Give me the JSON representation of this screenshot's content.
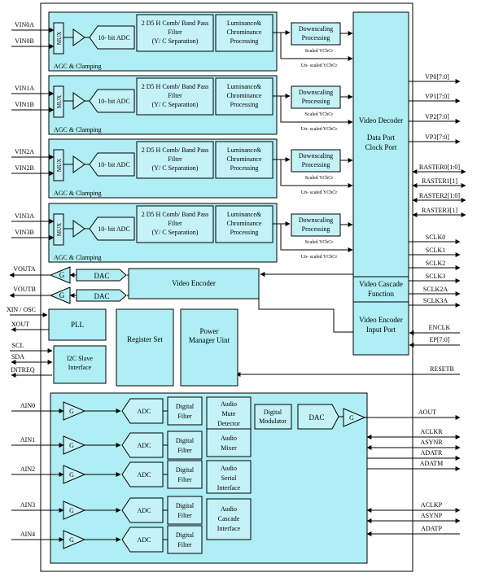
{
  "video_paths": [
    {
      "in_a": "VIN0A",
      "in_b": "VIN0B",
      "mux": "MUX",
      "adc": "10- bit ADC",
      "filter": [
        "2 D5 H Comb/ Band Pass",
        "Filter",
        "(Y/ C Separation)"
      ],
      "lum": [
        "Luminance&",
        "Chrominance",
        "Processing"
      ],
      "down": [
        "Downscaling",
        "Processing"
      ],
      "scaled": "Scaled YCbCr",
      "unscaled": "Un- scaled YCbCr",
      "agc": "AGC & Clamping"
    },
    {
      "in_a": "VIN1A",
      "in_b": "VIN1B",
      "mux": "MUX",
      "adc": "10- bit ADC",
      "filter": [
        "2 D5 H Comb/ Band Pass",
        "Filter",
        "(Y/ C Separation)"
      ],
      "lum": [
        "Luminance&",
        "Chrominance",
        "Processing"
      ],
      "down": [
        "Downscaling",
        "Processing"
      ],
      "scaled": "Scaled YCbCr",
      "unscaled": "Un- scaled YCbCr",
      "agc": "AGC & Clamping"
    },
    {
      "in_a": "VIN2A",
      "in_b": "VIN2B",
      "mux": "MUX",
      "adc": "10- bit ADC",
      "filter": [
        "2 D5 H Comb/ Band Pass",
        "Filter",
        "(Y/ C Separation)"
      ],
      "lum": [
        "Luminance&",
        "Chrominance",
        "Processing"
      ],
      "down": [
        "Downscaling",
        "Processing"
      ],
      "scaled": "Scaled YCbCr",
      "unscaled": "Un- scaled YCbCr",
      "agc": "AGC & Clamping"
    },
    {
      "in_a": "VIN3A",
      "in_b": "VIN3B",
      "mux": "MUX",
      "adc": "10- bit ADC",
      "filter": [
        "2 D5 H Comb/ Band Pass",
        "Filter",
        "(Y/ C Separation)"
      ],
      "lum": [
        "Luminance&",
        "Chrominance",
        "Processing"
      ],
      "down": [
        "Downscaling",
        "Processing"
      ],
      "scaled": "Scaled YCbCr",
      "unscaled": "Un- scaled YCbCr",
      "agc": "AGC & Clamping"
    }
  ],
  "video_decoder": [
    "Video Decoder",
    "Data Port",
    "Clock Port"
  ],
  "video_cascade": [
    "Video Cascade",
    "Function"
  ],
  "video_encoder_input": [
    "Video Encoder",
    "Input Port"
  ],
  "video_encoder": "Video Encoder",
  "dac": "DAC",
  "gain": "G",
  "pll": "PLL",
  "register_set": "Register  Set",
  "power_manager": [
    "Power",
    "Manager Uint"
  ],
  "i2c": [
    "I2C Slave",
    "Interface"
  ],
  "left_signals": {
    "vouta": "VOUTA",
    "voutb": "VOUTB",
    "xin": "XIN / OSC",
    "xout": "XOUT",
    "scl": "SCL",
    "sda": "SDA",
    "intreq": "INTREQ"
  },
  "right_video_signals": [
    "VP0[7:0]",
    "VP1[7:0]",
    "VP2[7:0]",
    "VP3[7:0]"
  ],
  "raster_signals": [
    "RASTER0[1:0]",
    "RASTER1[1]",
    "RASTER2[1:0]",
    "RASTER3[1]"
  ],
  "sclk_signals": [
    "SCLK0",
    "SCLK1",
    "SCLK2",
    "SCLK3",
    "SCLK2A",
    "SCLK3A"
  ],
  "enclk": "ENCLK",
  "ep": "EP[7:0]",
  "resetb": "RESETB",
  "audio_inputs": [
    "AIN0",
    "AIN1",
    "AIN2",
    "AIN3",
    "AIN4"
  ],
  "adc": "ADC",
  "digital_filter": [
    "Digital",
    "Filter"
  ],
  "audio_mute": [
    "Audio",
    "Mute",
    "Detector"
  ],
  "audio_mixer": [
    "Audio",
    "Mixer"
  ],
  "audio_serial": [
    "Audio",
    "Serial",
    "Interface"
  ],
  "audio_cascade": [
    "Audio",
    "Cascade",
    "Interface"
  ],
  "digital_modulator": [
    "Digital",
    "Modulator"
  ],
  "audio_right_signals": [
    "AOUT",
    "ACLKR",
    "ASYNR",
    "ADATR",
    "ADATM",
    "ACLKP",
    "ASYNP",
    "ADATP"
  ]
}
